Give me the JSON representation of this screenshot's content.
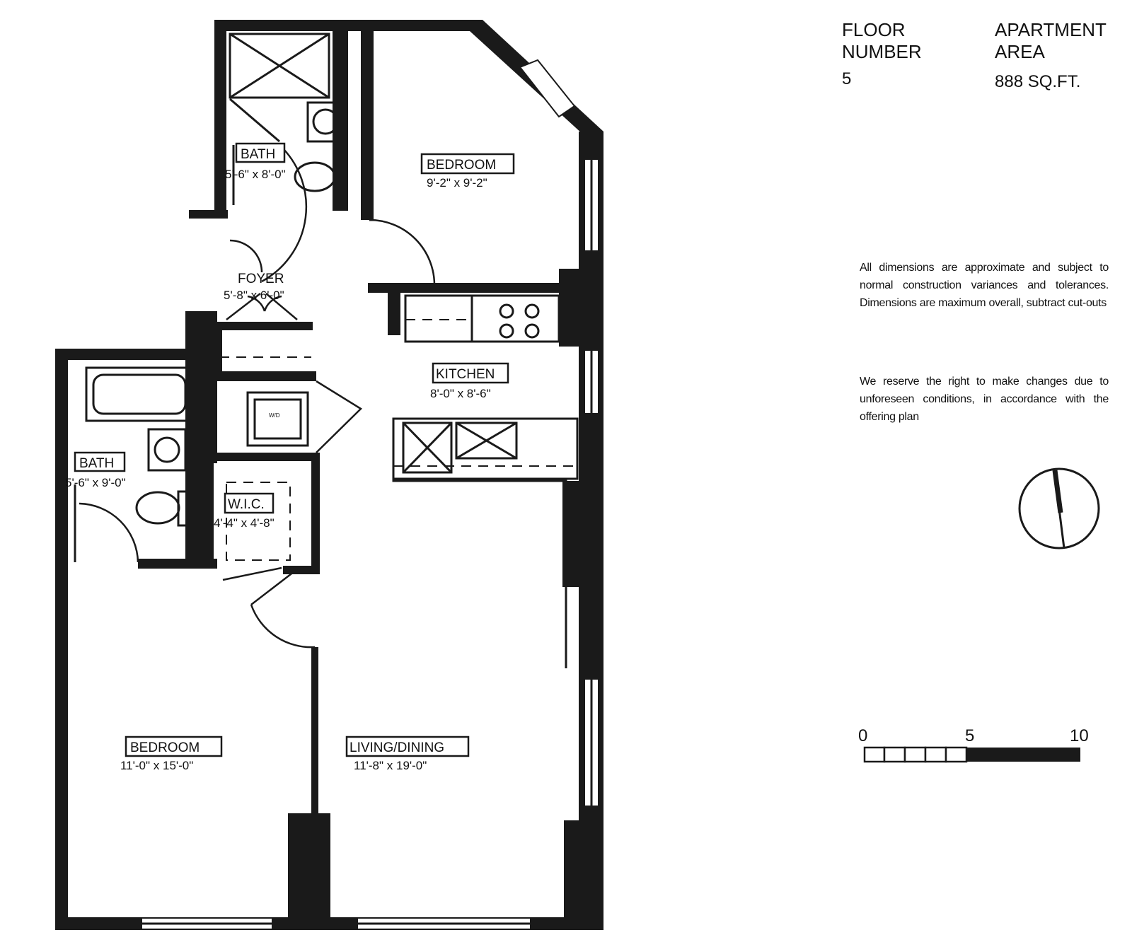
{
  "info": {
    "floor_label_line1": "FLOOR",
    "floor_label_line2": "NUMBER",
    "floor_value": "5",
    "area_label_line1": "APARTMENT",
    "area_label_line2": "AREA",
    "area_value": "888 SQ.FT."
  },
  "notes": {
    "dimensions": "All dimensions are approximate and subject to normal construction variances and tolerances. Dimensions are maximum overall, subtract cut-outs",
    "reserve": "We reserve the right to make changes due to unforeseen conditions, in accordance with the offering plan"
  },
  "scale": {
    "ticks": [
      "0",
      "5",
      "10"
    ]
  },
  "rooms": {
    "bath_upper": {
      "name": "BATH",
      "dims": "5'-6\" x 8'-0\""
    },
    "bedroom_upper": {
      "name": "BEDROOM",
      "dims": "9'-2\" x 9'-2\""
    },
    "foyer": {
      "name": "FOYER",
      "dims": "5'-8\" x 6'-0\""
    },
    "kitchen": {
      "name": "KITCHEN",
      "dims": "8'-0\" x 8'-6\""
    },
    "bath_lower": {
      "name": "BATH",
      "dims": "5'-6\" x 9'-0\""
    },
    "wic": {
      "name": "W.I.C.",
      "dims": "4'-4\" x 4'-8\""
    },
    "bedroom_lower": {
      "name": "BEDROOM",
      "dims": "11'-0\" x 15'-0\""
    },
    "living": {
      "name": "LIVING/DINING",
      "dims": "11'-8\" x 19'-0\""
    }
  },
  "washer_dryer_label": "W/D"
}
